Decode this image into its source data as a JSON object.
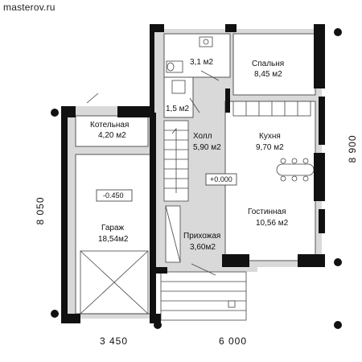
{
  "site": "masterov.ru",
  "rooms": {
    "bath_small": {
      "area": "3,1 м2"
    },
    "toilet": {
      "area": "1,5 м2"
    },
    "bedroom": {
      "name": "Спальня",
      "area": "8,45 м2"
    },
    "boiler": {
      "name": "Котельная",
      "area": "4,20 м2"
    },
    "hall": {
      "name": "Холл",
      "area": "5,90 м2"
    },
    "kitchen": {
      "name": "Кухня",
      "area": "9,70 м2"
    },
    "garage": {
      "name": "Гараж",
      "area": "18,54м2"
    },
    "entry": {
      "name": "Прихожая",
      "area": "3,60м2"
    },
    "living": {
      "name": "Гостинная",
      "area": "10,56 м2"
    }
  },
  "levels": {
    "main": "+0.000",
    "garage": "-0.450"
  },
  "dimensions": {
    "left_height": "8 050",
    "right_height": "8 900",
    "bottom_garage": "3 450",
    "bottom_house": "6 000"
  },
  "colors": {
    "floor": "#d9d9d9",
    "wall": "#111111",
    "background": "#ffffff"
  }
}
